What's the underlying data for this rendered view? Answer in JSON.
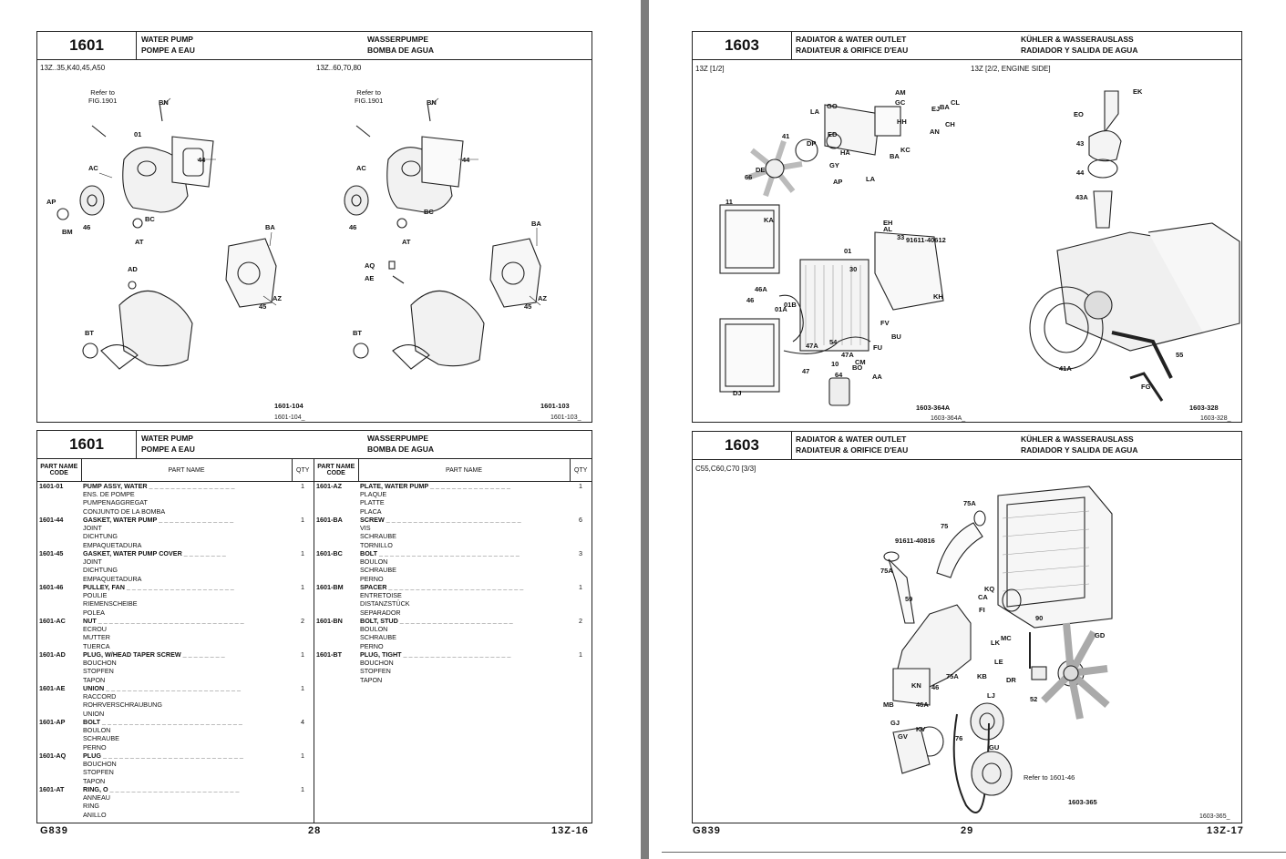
{
  "pages": [
    {
      "footer": {
        "left": "G839",
        "center": "28",
        "right": "13Z-16"
      },
      "diagram": {
        "section": "1601",
        "en": "WATER PUMP",
        "fr": "POMPE A EAU",
        "de": "WASSERPUMPE",
        "es": "BOMBA DE AGUA",
        "left_label": "13Z..35,K40,45,A50",
        "right_label": "13Z..60,70,80",
        "refer": "Refer to",
        "refer_fig": "FIG.1901",
        "fig_left": "1601-104",
        "fig_left_small": "1601-104_",
        "fig_right": "1601-103",
        "fig_right_small": "1601-103_",
        "callouts_left": [
          "BN",
          "01",
          "44",
          "AC",
          "BC",
          "AP",
          "BM",
          "46",
          "AT",
          "AD",
          "BT",
          "BA",
          "AZ",
          "45"
        ],
        "callouts_right": [
          "BN",
          "44",
          "AC",
          "BC",
          "46",
          "AT",
          "AQ",
          "AE",
          "BT",
          "BA",
          "AZ",
          "45"
        ]
      },
      "parts": {
        "section": "1601",
        "en": "WATER PUMP",
        "fr": "POMPE A EAU",
        "de": "WASSERPUMPE",
        "es": "BOMBA DE AGUA",
        "headers": {
          "code": "PART NAME\nCODE",
          "code1": "PART NAME",
          "code2": "CODE",
          "name": "PART NAME",
          "qty": "QTY"
        },
        "left": [
          {
            "code": "1601-01",
            "names": [
              "PUMP ASSY, WATER",
              "ENS. DE POMPE",
              "PUMPENAGGREGAT",
              "CONJUNTO DE LA BOMBA"
            ],
            "qty": "1"
          },
          {
            "code": "1601-44",
            "names": [
              "GASKET, WATER PUMP",
              "JOINT",
              "DICHTUNG",
              "EMPAQUETADURA"
            ],
            "qty": "1"
          },
          {
            "code": "1601-45",
            "names": [
              "GASKET, WATER PUMP COVER",
              "JOINT",
              "DICHTUNG",
              "EMPAQUETADURA"
            ],
            "qty": "1"
          },
          {
            "code": "1601-46",
            "names": [
              "PULLEY, FAN",
              "POULIE",
              "RIEMENSCHEIBE",
              "POLEA"
            ],
            "qty": "1"
          },
          {
            "code": "1601-AC",
            "names": [
              "NUT",
              "ECROU",
              "MUTTER",
              "TUERCA"
            ],
            "qty": "2"
          },
          {
            "code": "1601-AD",
            "names": [
              "PLUG, W/HEAD TAPER SCREW",
              "BOUCHON",
              "STOPFEN",
              "TAPON"
            ],
            "qty": "1"
          },
          {
            "code": "1601-AE",
            "names": [
              "UNION",
              "RACCORD",
              "ROHRVERSCHRAUBUNG",
              "UNION"
            ],
            "qty": "1"
          },
          {
            "code": "1601-AP",
            "names": [
              "BOLT",
              "BOULON",
              "SCHRAUBE",
              "PERNO"
            ],
            "qty": "4"
          },
          {
            "code": "1601-AQ",
            "names": [
              "PLUG",
              "BOUCHON",
              "STOPFEN",
              "TAPON"
            ],
            "qty": "1"
          },
          {
            "code": "1601-AT",
            "names": [
              "RING, O",
              "ANNEAU",
              "RING",
              "ANILLO"
            ],
            "qty": "1"
          }
        ],
        "right": [
          {
            "code": "1601-AZ",
            "names": [
              "PLATE, WATER PUMP",
              "PLAQUE",
              "PLATTE",
              "PLACA"
            ],
            "qty": "1"
          },
          {
            "code": "1601-BA",
            "names": [
              "SCREW",
              "VIS",
              "SCHRAUBE",
              "TORNILLO"
            ],
            "qty": "6"
          },
          {
            "code": "1601-BC",
            "names": [
              "BOLT",
              "BOULON",
              "SCHRAUBE",
              "PERNO"
            ],
            "qty": "3"
          },
          {
            "code": "1601-BM",
            "names": [
              "SPACER",
              "ENTRETOISE",
              "DISTANZSTÜCK",
              "SEPARADOR"
            ],
            "qty": "1"
          },
          {
            "code": "1601-BN",
            "names": [
              "BOLT, STUD",
              "BOULON",
              "SCHRAUBE",
              "PERNO"
            ],
            "qty": "2"
          },
          {
            "code": "1601-BT",
            "names": [
              "PLUG, TIGHT",
              "BOUCHON",
              "STOPFEN",
              "TAPON"
            ],
            "qty": "1"
          }
        ]
      }
    },
    {
      "footer": {
        "left": "G839",
        "center": "29",
        "right": "13Z-17"
      },
      "diagram_top": {
        "section": "1603",
        "en": "RADIATOR & WATER OUTLET",
        "fr": "RADIATEUR & ORIFICE D'EAU",
        "de": "KÜHLER & WASSERAUSLASS",
        "es": "RADIADOR Y SALIDA DE AGUA",
        "left_label": "13Z [1/2]",
        "right_label": "13Z [2/2, ENGINE SIDE]",
        "fig_left": "1603-364A",
        "fig_left_small": "1603-364A_",
        "fig_right": "1603-328",
        "fig_right_small": "1603-328_",
        "callouts_left": [
          "AM",
          "GC",
          "CL",
          "EJ",
          "BA",
          "LA",
          "GO",
          "HH",
          "CH",
          "AN",
          "41",
          "ED",
          "DP",
          "KC",
          "HA",
          "BA",
          "GY",
          "DE",
          "66",
          "AP",
          "LA",
          "11",
          "KA",
          "EH",
          "AL",
          "33",
          "91611-40612",
          "01",
          "30",
          "KH",
          "46A",
          "46",
          "01A",
          "01B",
          "54",
          "47A",
          "47",
          "FV",
          "BU",
          "FU",
          "10",
          "CM",
          "64",
          "BO",
          "AA",
          "47A",
          "DJ"
        ],
        "callouts_right": [
          "EK",
          "EO",
          "43",
          "44",
          "43A",
          "55",
          "41A",
          "FG"
        ]
      },
      "diagram_bottom": {
        "section": "1603",
        "en": "RADIATOR & WATER OUTLET",
        "fr": "RADIATEUR & ORIFICE D'EAU",
        "de": "KÜHLER & WASSERAUSLASS",
        "es": "RADIADOR Y SALIDA DE AGUA",
        "left_label": "C55,C60,C70 [3/3]",
        "fig": "1603-365",
        "fig_small": "1603-365_",
        "refer": "Refer to 1601-46",
        "callouts": [
          "75A",
          "75",
          "91611-40816",
          "75A",
          "KQ",
          "CA",
          "FI",
          "59",
          "MC",
          "90",
          "GD",
          "LK",
          "LE",
          "KB",
          "DR",
          "KN",
          "46",
          "75A",
          "MB",
          "46A",
          "LJ",
          "52",
          "GJ",
          "GV",
          "KV",
          "76",
          "GU"
        ]
      }
    }
  ]
}
